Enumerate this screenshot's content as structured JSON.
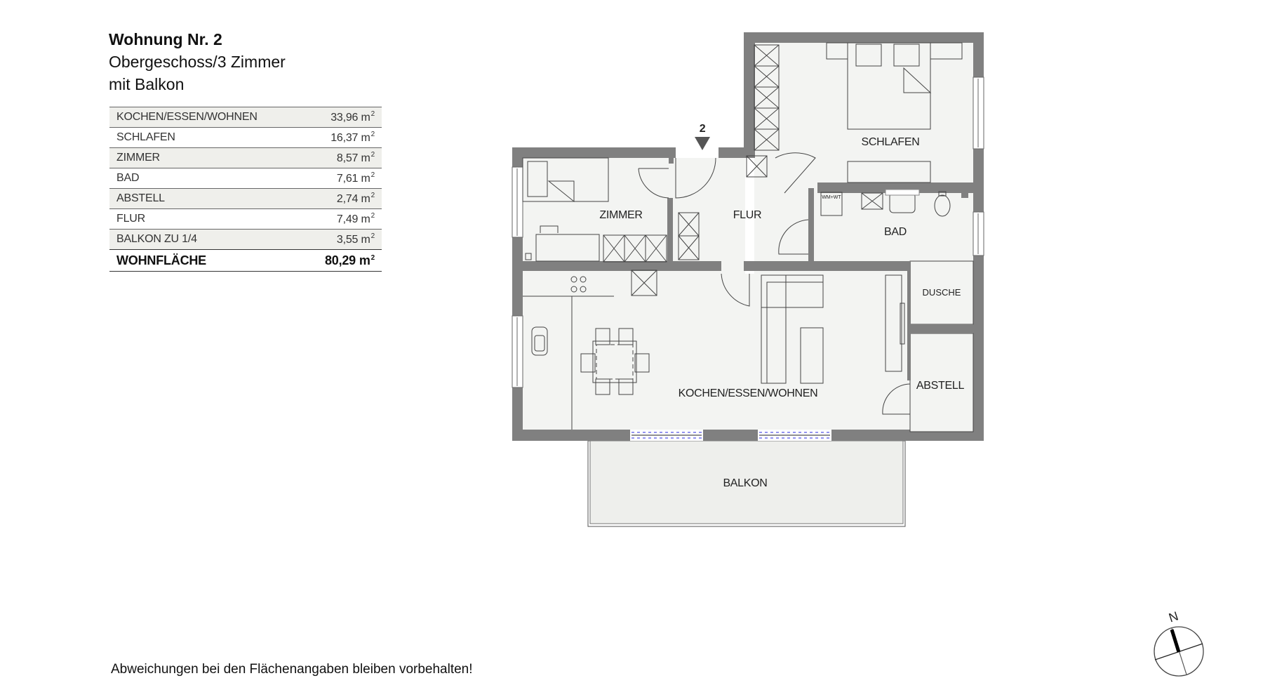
{
  "header": {
    "title": "Wohnung Nr. 2",
    "subtitle_line1": "Obergeschoss/3 Zimmer",
    "subtitle_line2": "mit Balkon"
  },
  "areas_table": {
    "unit": "m",
    "unit_exponent": "2",
    "rows": [
      {
        "room": "KOCHEN/ESSEN/WOHNEN",
        "area": "33,96"
      },
      {
        "room": "SCHLAFEN",
        "area": "16,37"
      },
      {
        "room": "ZIMMER",
        "area": "8,57"
      },
      {
        "room": "BAD",
        "area": "7,61"
      },
      {
        "room": "ABSTELL",
        "area": "2,74"
      },
      {
        "room": "FLUR",
        "area": "7,49"
      },
      {
        "room": "BALKON ZU 1/4",
        "area": "3,55"
      }
    ],
    "total": {
      "label": "WOHNFLÄCHE",
      "area": "80,29"
    }
  },
  "floor_plan": {
    "entrance_number": "2",
    "rooms": {
      "zimmer": "ZIMMER",
      "flur": "FLUR",
      "schlafen": "SCHLAFEN",
      "bad": "BAD",
      "dusche": "DUSCHE",
      "abstell": "ABSTELL",
      "kochen": "KOCHEN/ESSEN/WOHNEN",
      "balkon": "BALKON"
    },
    "appliance_label": "WM+WT",
    "colors": {
      "wall": "#808080",
      "floor": "#f3f4f2",
      "balcony": "#eeefec",
      "window_dash": "#2a2ae0"
    }
  },
  "compass": {
    "north_label": "N"
  },
  "footer": {
    "disclaimer": "Abweichungen bei den Flächenangaben bleiben vorbehalten!"
  }
}
